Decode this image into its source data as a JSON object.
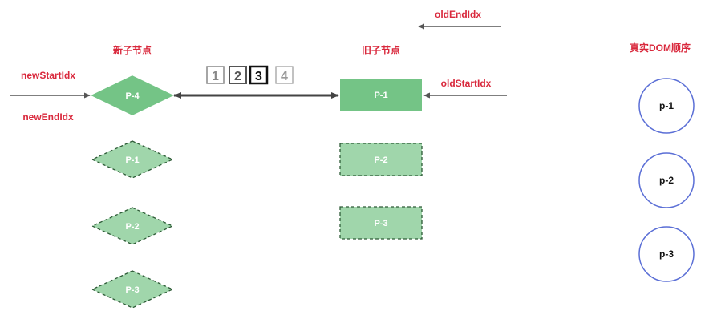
{
  "labels": {
    "new_children": "新子节点",
    "old_children": "旧子节点",
    "real_dom": "真实DOM顺序",
    "new_start_idx": "newStartIdx",
    "new_end_idx": "newEndIdx",
    "old_start_idx": "oldStartIdx",
    "old_end_idx": "oldEndIdx"
  },
  "steps": [
    "1",
    "2",
    "3",
    "4"
  ],
  "new_nodes": [
    "P-4",
    "P-1",
    "P-2",
    "P-3"
  ],
  "old_nodes": [
    "P-1",
    "P-2",
    "P-3"
  ],
  "dom_nodes": [
    "p-1",
    "p-2",
    "p-3"
  ],
  "colors": {
    "accent_red": "#d9283c",
    "solid_green": "#74c486",
    "light_green": "#a0d6ab",
    "circle_stroke": "#5b6fd6",
    "arrow": "#555555"
  }
}
